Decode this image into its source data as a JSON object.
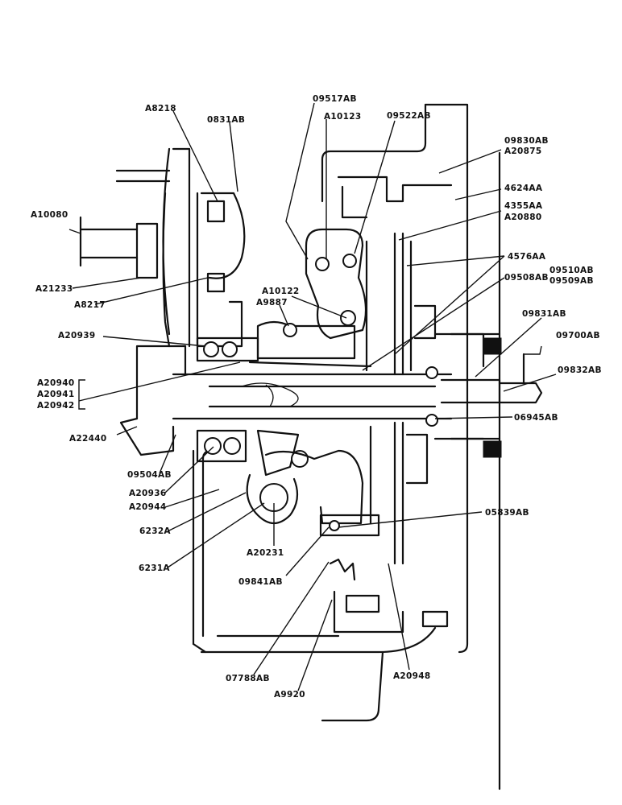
{
  "labels": {
    "a8218": "A8218",
    "p0831ab": "0831AB",
    "p09517ab": "09517AB",
    "a10123": "A10123",
    "p09522ab": "09522AB",
    "p09830ab": "09830AB",
    "a20875": "A20875",
    "p4624aa": "4624AA",
    "p4355aa": "4355AA",
    "a20880": "A20880",
    "p4576aa": "4576AA",
    "p09510ab": "09510AB",
    "p09509ab": "09509AB",
    "p09508ab": "09508AB",
    "a10080": "A10080",
    "a21233": "A21233",
    "a8217": "A8217",
    "a10122": "A10122",
    "a9887": "A9887",
    "a20939": "A20939",
    "p09831ab": "09831AB",
    "p09700ab": "09700AB",
    "p09832ab": "09832AB",
    "a20940": "A20940",
    "a20941": "A20941",
    "a20942": "A20942",
    "p06945ab": "06945AB",
    "a22440": "A22440",
    "p09504ab": "09504AB",
    "a20936": "A20936",
    "a20944": "A20944",
    "p6232a": "6232A",
    "p05839ab": "05839AB",
    "a20231": "A20231",
    "p6231a": "6231A",
    "p09841ab": "09841AB",
    "p07788ab": "07788AB",
    "a9920": "A9920",
    "a20948": "A20948"
  }
}
